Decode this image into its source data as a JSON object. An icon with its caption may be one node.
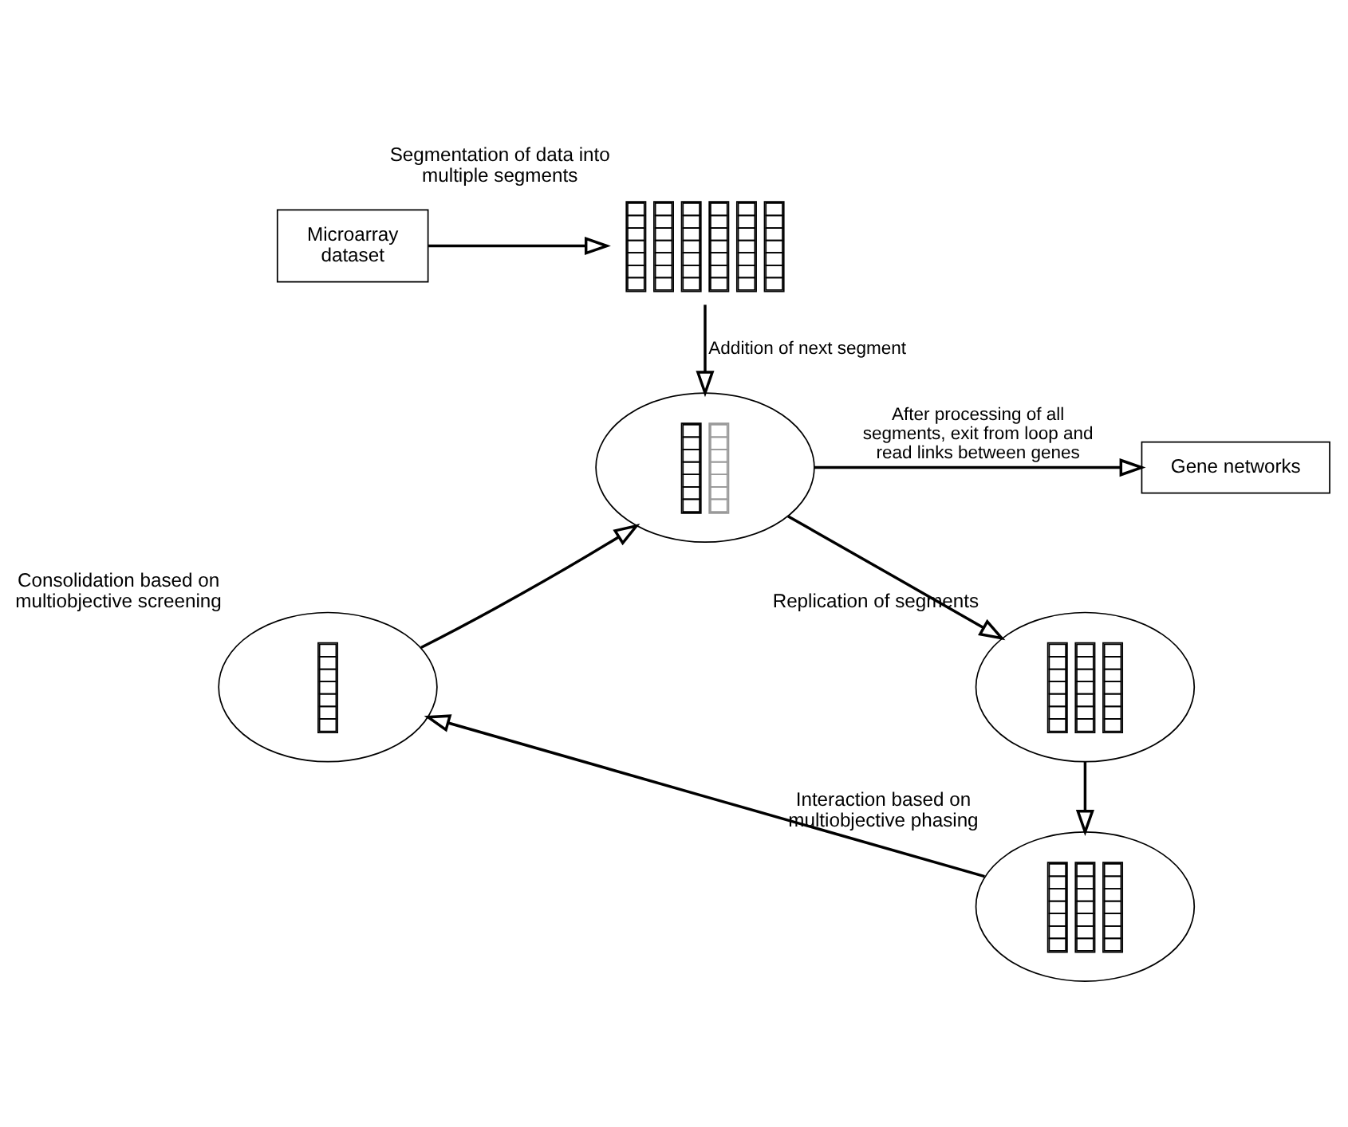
{
  "diagram": {
    "nodes": [
      {
        "text": [
          "Microarray dataset"
        ]
      },
      {
        "text": [],
        "shape": "picture",
        "beside": [
          "Segmentation of data into multiple segments"
        ]
      },
      {
        "text": [],
        "shape": "ellipse"
      },
      {
        "text": [
          "Gene networks"
        ]
      },
      {
        "text": [],
        "shape": "ellipse",
        "beside": [
          "Replication of segments"
        ]
      },
      {
        "text": [],
        "shape": "ellipse",
        "beside": [
          "Interaction based on multiobjective phasing"
        ]
      },
      {
        "text": [],
        "shape": "ellipse",
        "beside": [
          "Consolidation based on multiobjective screening"
        ]
      }
    ],
    "edges": [
      {
        "from": 0,
        "to": 1,
        "arrow": "to"
      },
      {
        "from": 1,
        "to": 2,
        "arrow": "to",
        "label": "Addition of next segment"
      },
      {
        "from": 2,
        "to": 3,
        "arrow": "to",
        "label": "After processing of all segments, exit from loop and read links between genes"
      },
      {
        "from": 2,
        "to": 4,
        "arrow": "to"
      },
      {
        "from": 4,
        "to": 5,
        "arrow": "to"
      },
      {
        "from": 5,
        "to": 6,
        "arrow": "to"
      },
      {
        "from": 6,
        "to": 2,
        "arrow": "to"
      }
    ]
  }
}
